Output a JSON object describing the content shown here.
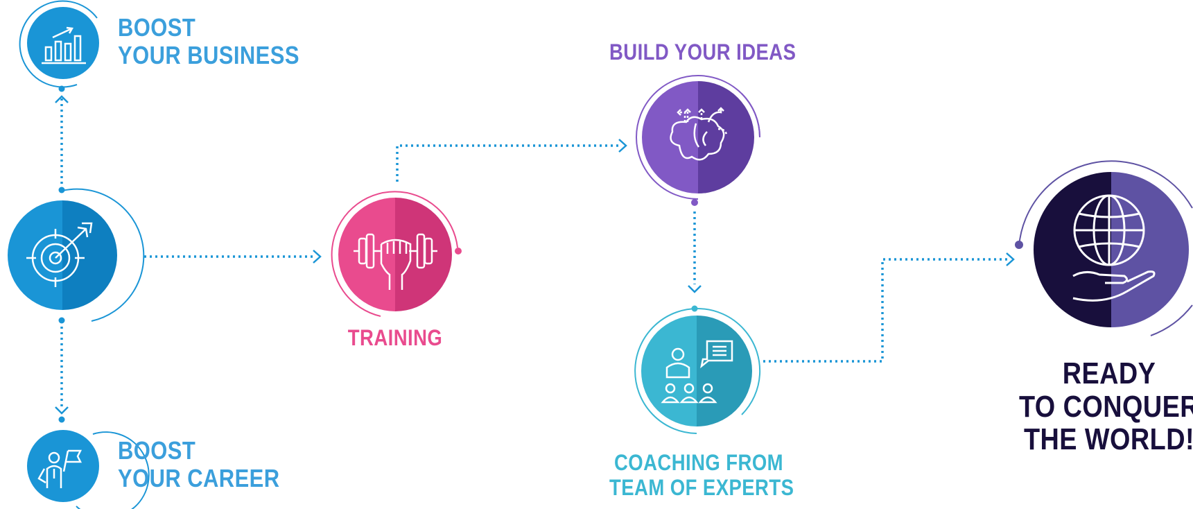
{
  "colors": {
    "blue": "#1a95d6",
    "blue_dark": "#0e7fc0",
    "label_blue": "#3b9fdc",
    "pink": "#e94b8e",
    "pink_dark": "#cf3578",
    "purple": "#8159c5",
    "purple_dark": "#5e3d9f",
    "teal": "#3bb7d2",
    "teal_dark": "#2a9bb7",
    "navy": "#180f3c",
    "violet": "#5e52a3",
    "connector": "#1a95d6"
  },
  "nodes": {
    "goal": {
      "icon": "target-arrow-icon"
    },
    "boost_business": {
      "icon": "bar-chart-growth-icon",
      "label_line1": "BOOST",
      "label_line2": "YOUR BUSINESS"
    },
    "boost_career": {
      "icon": "person-flag-icon",
      "label_line1": "BOOST",
      "label_line2": "YOUR CAREER"
    },
    "training": {
      "icon": "dumbbell-fist-icon",
      "label": "TRAINING"
    },
    "build_ideas": {
      "icon": "brain-arrows-icon",
      "label": "BUILD YOUR IDEAS"
    },
    "coaching": {
      "icon": "presenter-group-icon",
      "label_line1": "COACHING FROM",
      "label_line2": "TEAM OF EXPERTS"
    },
    "ready": {
      "icon": "globe-hand-icon",
      "label_line1": "READY",
      "label_line2": "TO CONQUER",
      "label_line3": "THE WORLD!"
    }
  }
}
